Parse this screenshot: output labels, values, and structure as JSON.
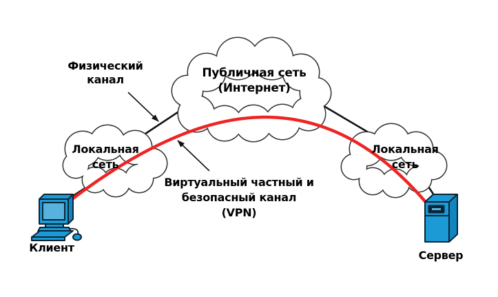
{
  "diagram": {
    "nodes": {
      "client": {
        "label": "Клиент",
        "icon": "desktop-computer-icon"
      },
      "server": {
        "label": "Сервер",
        "icon": "server-tower-icon"
      },
      "lan_left": {
        "line1": "Локальная",
        "line2": "сеть"
      },
      "lan_right": {
        "line1": "Локальная",
        "line2": "сеть"
      },
      "internet": {
        "line1": "Публичная сеть",
        "line2": "(Интернет)"
      }
    },
    "annotations": {
      "physical_channel": {
        "line1": "Физический",
        "line2": "канал"
      },
      "vpn_channel": {
        "line1": "Виртуальный частный и",
        "line2": "безопасный канал",
        "line3": "(VPN)"
      }
    },
    "colors": {
      "background": "#ffffff",
      "cloud_outline": "#333333",
      "cloud_fill": "#ffffff",
      "physical_link": "#111111",
      "vpn_tunnel": "#ee2424",
      "device_fill": "#1b9ad6",
      "device_side_fill": "#1285bf",
      "device_screen_fill": "#58b2de",
      "device_outline": "#0b2433",
      "label_text": "#000000"
    }
  }
}
